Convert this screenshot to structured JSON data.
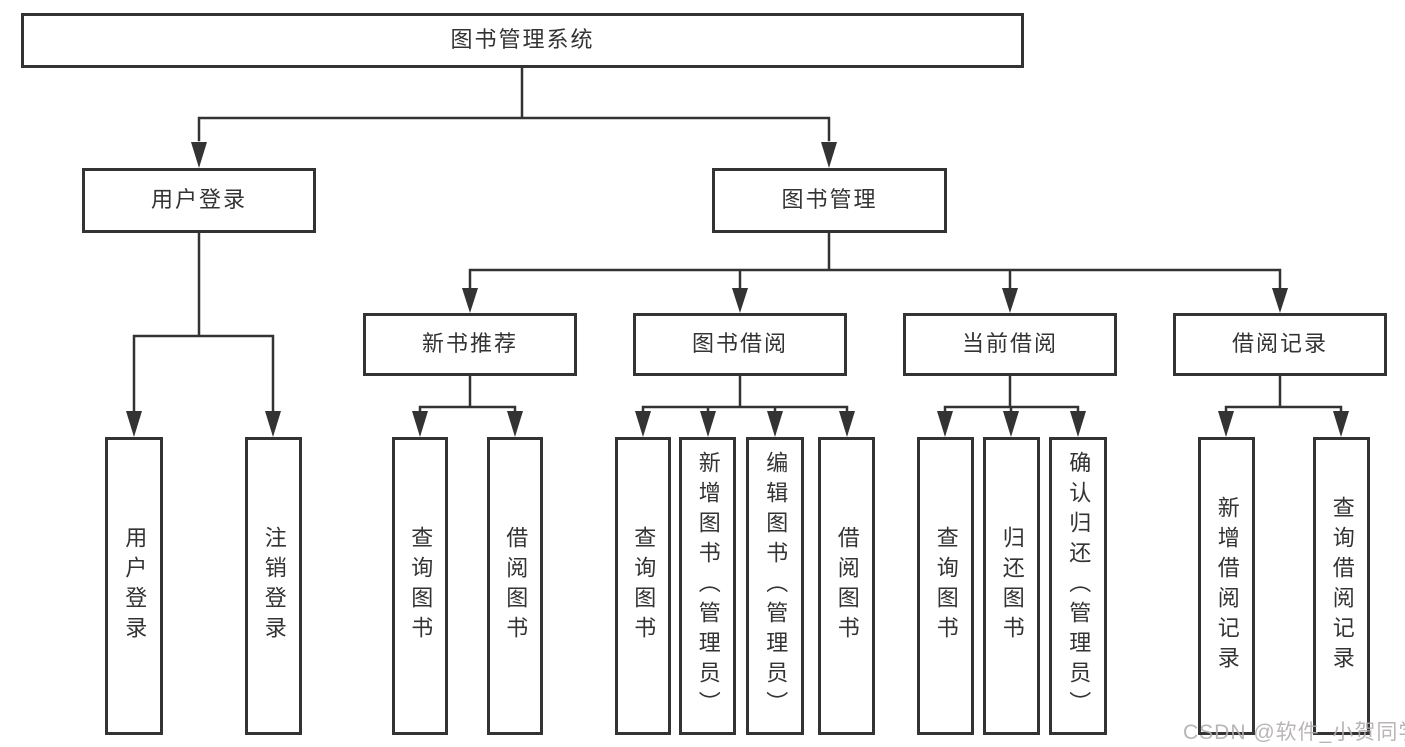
{
  "diagram": {
    "root": {
      "label": "图书管理系统"
    },
    "level2": [
      {
        "label": "用户登录",
        "parent": "图书管理系统"
      },
      {
        "label": "图书管理",
        "parent": "图书管理系统"
      }
    ],
    "level3": [
      {
        "label": "新书推荐",
        "parent": "图书管理"
      },
      {
        "label": "图书借阅",
        "parent": "图书管理"
      },
      {
        "label": "当前借阅",
        "parent": "图书管理"
      },
      {
        "label": "借阅记录",
        "parent": "图书管理"
      }
    ],
    "leaves": [
      {
        "label": "用户登录",
        "parent": "用户登录"
      },
      {
        "label": "注销登录",
        "parent": "用户登录"
      },
      {
        "label": "查询图书",
        "parent": "新书推荐"
      },
      {
        "label": "借阅图书",
        "parent": "新书推荐"
      },
      {
        "label": "查询图书",
        "parent": "图书借阅"
      },
      {
        "label": "新增图书（管理员）",
        "parent": "图书借阅"
      },
      {
        "label": "编辑图书（管理员）",
        "parent": "图书借阅"
      },
      {
        "label": "借阅图书",
        "parent": "图书借阅"
      },
      {
        "label": "查询图书",
        "parent": "当前借阅"
      },
      {
        "label": "归还图书",
        "parent": "当前借阅"
      },
      {
        "label": "确认归还（管理员）",
        "parent": "当前借阅"
      },
      {
        "label": "新增借阅记录",
        "parent": "借阅记录"
      },
      {
        "label": "查询借阅记录",
        "parent": "借阅记录"
      }
    ]
  },
  "watermark": {
    "text": "CSDN @软件_小贺同学"
  },
  "colors": {
    "line": "#333333",
    "text": "#333333",
    "box_background": "#ffffff",
    "background": "#ffffff",
    "watermark": "#b3aeae"
  }
}
